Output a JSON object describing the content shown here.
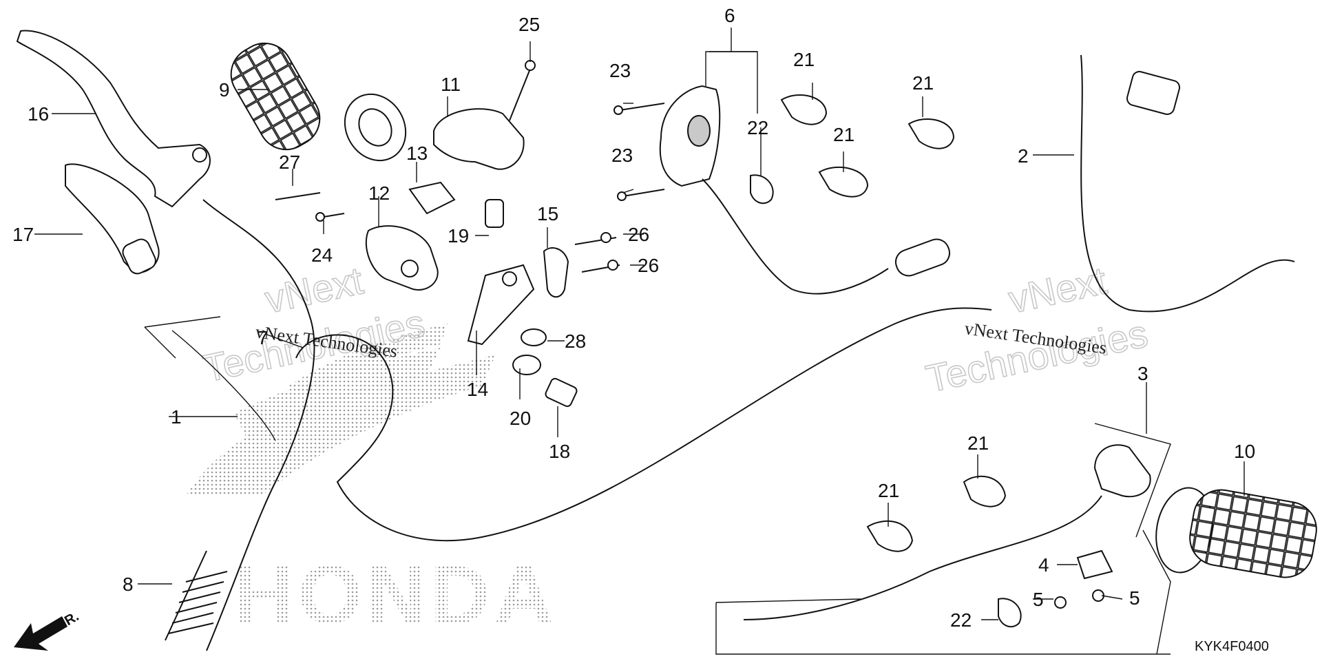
{
  "diagram": {
    "code": "KYK4F0400",
    "direction_label": "FR.",
    "watermark": {
      "line1": "vNext",
      "line2": "Technologies",
      "inline": "vNext Technologies"
    },
    "logo_text": "HONDA",
    "callouts": {
      "c1": "1",
      "c2": "2",
      "c3": "3",
      "c4": "4",
      "c5a": "5",
      "c5b": "5",
      "c6": "6",
      "c7": "7",
      "c8": "8",
      "c9": "9",
      "c10": "10",
      "c11": "11",
      "c12": "12",
      "c13": "13",
      "c14": "14",
      "c15": "15",
      "c16": "16",
      "c17": "17",
      "c18": "18",
      "c19": "19",
      "c20": "20",
      "c21a": "21",
      "c21b": "21",
      "c21c": "21",
      "c21d": "21",
      "c21e": "21",
      "c22a": "22",
      "c22b": "22",
      "c23a": "23",
      "c23b": "23",
      "c24": "24",
      "c25": "25",
      "c26a": "26",
      "c26b": "26",
      "c27": "27",
      "c28": "28"
    }
  }
}
